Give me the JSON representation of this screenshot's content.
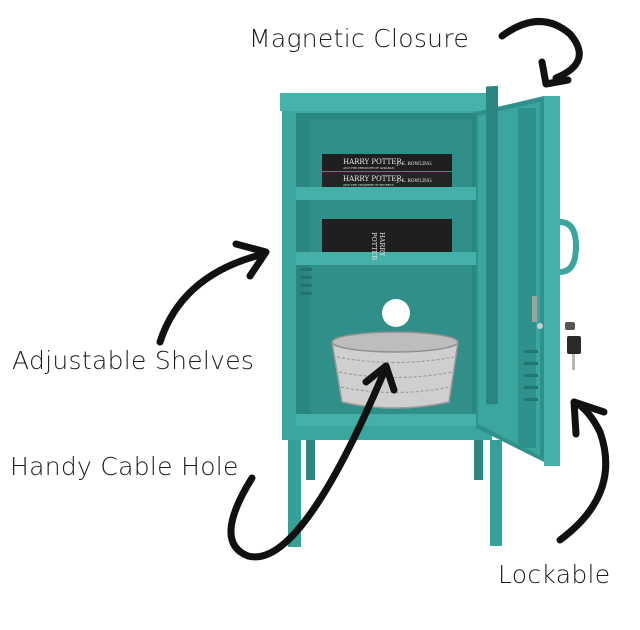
{
  "callouts": {
    "magnetic_closure": "Magnetic Closure",
    "adjustable_shelves": "Adjustable Shelves",
    "handy_cable_hole": "Handy Cable Hole",
    "lockable": "Lockable"
  },
  "books": {
    "top_book_title": "HARRY POTTER",
    "top_book_author": "J. K. ROWLING",
    "top_book_subtitle": "AND THE PRISONER OF AZKABAN",
    "second_book_title": "HARRY POTTER",
    "second_book_author": "J. K. ROWLING",
    "second_book_subtitle": "AND THE CHAMBER OF SECRETS",
    "standing_book_title_line1": "HARRY",
    "standing_book_title_line2": "POTTER"
  },
  "colors": {
    "cabinet": "#3aa69e",
    "cabinet_dark": "#2b8580",
    "cabinet_interior": "#2f8f89",
    "book": "#1f1f1f",
    "arrow": "#111111",
    "basket": "#c9c9c9"
  }
}
